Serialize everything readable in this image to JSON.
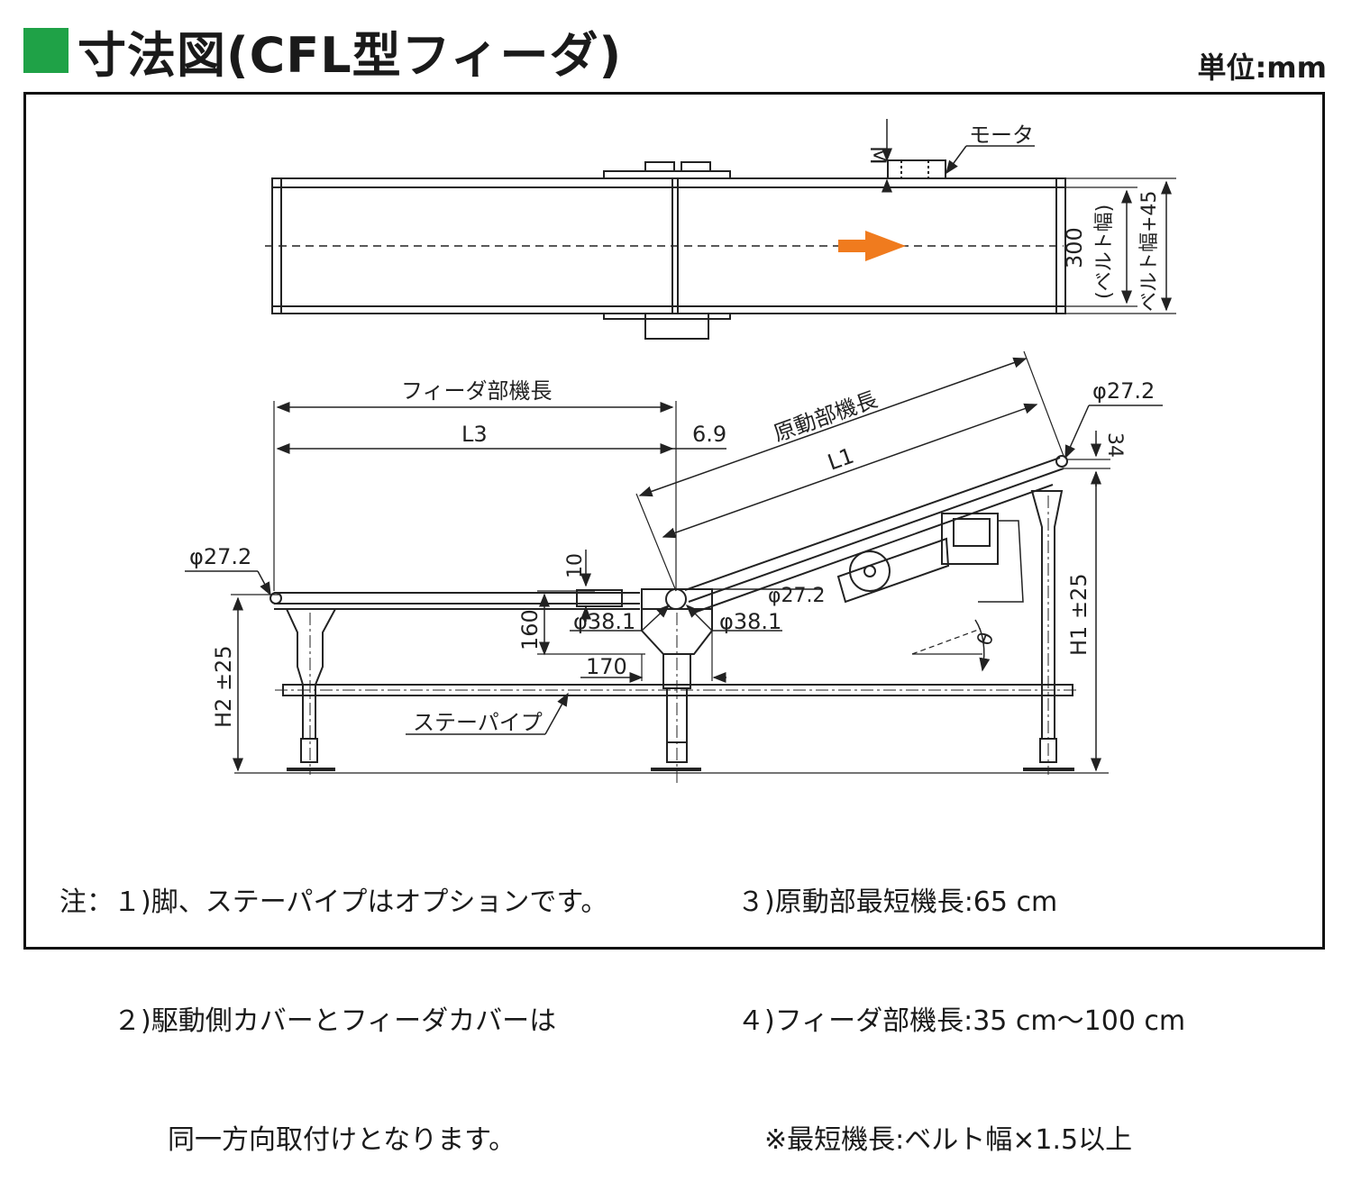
{
  "header": {
    "title": "寸法図(CFL型フィーダ)",
    "unit": "単位:mm"
  },
  "colors": {
    "title_square": "#1fa247",
    "flow_arrow": "#f07b1e",
    "line": "#222222"
  },
  "labels": {
    "motor": "モータ",
    "m": "M",
    "belt_width": "300",
    "belt_width_note": "(ベルト幅)",
    "belt_width_plus": "ベルト幅+45",
    "feeder_length": "フィーダ部機長",
    "l3": "L3",
    "d69": "6.9",
    "drive_length": "原動部機長",
    "l1": "L1",
    "phi272_right": "φ27.2",
    "phi272_left": "φ27.2",
    "phi272_mid": "φ27.2",
    "d34": "34",
    "d10": "10",
    "phi381_left": "φ38.1",
    "phi381_right": "φ38.1",
    "d160": "160",
    "d170": "170",
    "theta": "θ",
    "h1": "H1 ±25",
    "h2": "H2 ±25",
    "stay_pipe": "ステーパイプ"
  },
  "notes": {
    "left": [
      "注：１)脚、ステーパイプはオプションです。",
      "　　２)駆動側カバーとフィーダカバーは",
      "　　　　同一方向取付けとなります。"
    ],
    "right": [
      "３)原動部最短機長:65 cm",
      "４)フィーダ部機長:35 cm〜100 cm",
      "　※最短機長:ベルト幅×1.5以上"
    ]
  }
}
